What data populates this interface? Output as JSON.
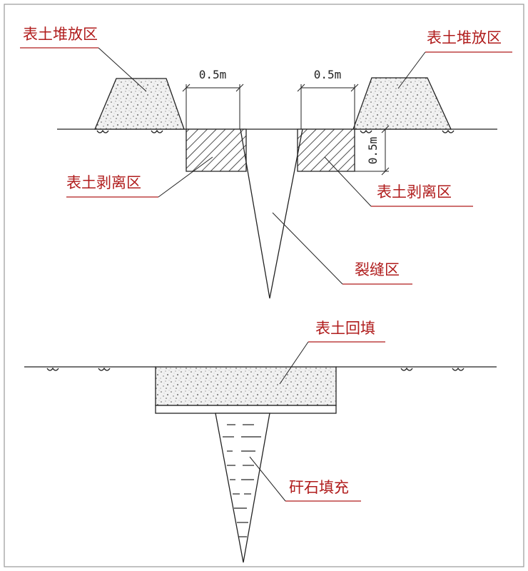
{
  "diagram": {
    "labels": {
      "left_topsoil_pile": "表土堆放区",
      "right_topsoil_pile": "表土堆放区",
      "left_stripping": "表土剥离区",
      "right_stripping": "表土剥离区",
      "crack_zone": "裂缝区",
      "topsoil_backfill": "表土回填",
      "gangue_fill": "矸石填充"
    },
    "dimensions": {
      "left_width": "0.5m",
      "right_width": "0.5m",
      "depth": "0.5m"
    }
  }
}
